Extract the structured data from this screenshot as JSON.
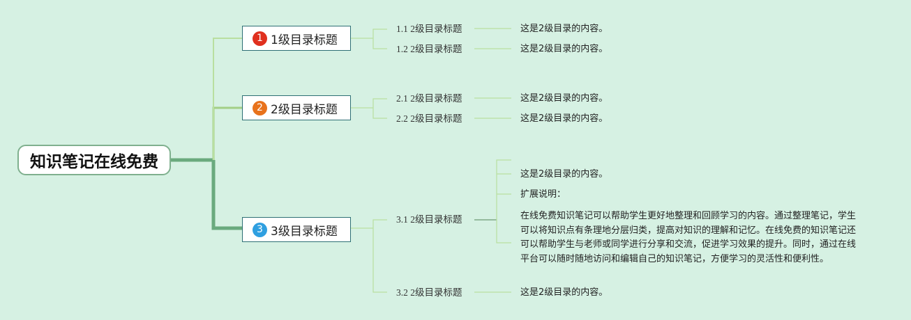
{
  "root": {
    "title": "知识笔记在线免费"
  },
  "colors": {
    "background": "#d6f1e3",
    "badge1": "#e0301e",
    "badge2": "#e8721c",
    "badge3": "#2f9fe0",
    "node_border": "#2d6f74",
    "root_border": "#7fb08e"
  },
  "branches": [
    {
      "number": "1",
      "title": "1级目录标题",
      "children": [
        {
          "title": "1.1 2级目录标题",
          "content": "这是2级目录的内容。"
        },
        {
          "title": "1.2 2级目录标题",
          "content": "这是2级目录的内容。"
        }
      ]
    },
    {
      "number": "2",
      "title": "2级目录标题",
      "children": [
        {
          "title": "2.1 2级目录标题",
          "content": "这是2级目录的内容。"
        },
        {
          "title": "2.2 2级目录标题",
          "content": "这是2级目录的内容。"
        }
      ]
    },
    {
      "number": "3",
      "title": "3级目录标题",
      "children": [
        {
          "title": "3.1 2级目录标题",
          "content": "这是2级目录的内容。",
          "extension_label": "扩展说明：",
          "extension_text": "在线免费知识笔记可以帮助学生更好地整理和回顾学习的内容。通过整理笔记，学生可以将知识点有条理地分层归类，提高对知识的理解和记忆。在线免费的知识笔记还可以帮助学生与老师或同学进行分享和交流，促进学习效果的提升。同时，通过在线平台可以随时随地访问和编辑自己的知识笔记，方便学习的灵活性和便利性。"
        },
        {
          "title": "3.2 2级目录标题",
          "content": "这是2级目录的内容。"
        }
      ]
    }
  ]
}
